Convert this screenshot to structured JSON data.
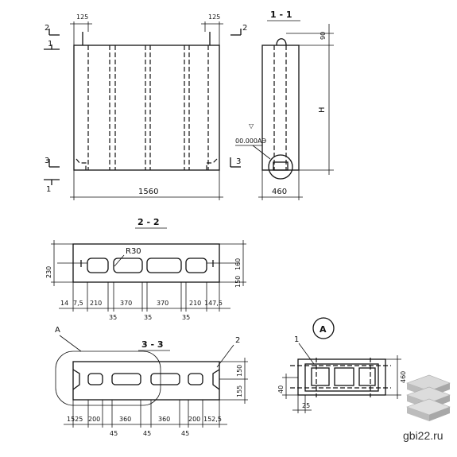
{
  "front": {
    "dim_125_left": "125",
    "dim_125_right": "125",
    "dim_width": "1560",
    "cut2_left": "2",
    "cut2_right": "2",
    "cut1_left": "1",
    "cut3_left": "3",
    "cut1_bottom": "1",
    "cut3_right": "3"
  },
  "side": {
    "title": "1 - 1",
    "dim_90": "90",
    "dim_H": "Н",
    "dim_width": "460",
    "level_mark": "▽",
    "level_value": "00.000АЭ"
  },
  "sec22": {
    "title": "2 - 2",
    "radius": "R30",
    "dim_230": "230",
    "dim_160": "160",
    "dim_150": "150",
    "bottom_dims": [
      "14",
      "7,5",
      "210",
      "370",
      "370",
      "210",
      "147,5"
    ],
    "bottom_dims2": [
      "35",
      "35",
      "35"
    ]
  },
  "sec33": {
    "title": "3 - 3",
    "label_A": "А",
    "label_2": "2",
    "dim_150": "150",
    "dim_155": "155",
    "bottom_dims": [
      "1525",
      "200",
      "360",
      "360",
      "200",
      "152,5"
    ],
    "bottom_dims2": [
      "45",
      "45",
      "45"
    ]
  },
  "detailA": {
    "circle_label": "А",
    "label_1": "1",
    "dim_460": "460",
    "dim_40": "40",
    "dim_25": "25"
  },
  "watermark": {
    "text": "gbi22.ru"
  }
}
